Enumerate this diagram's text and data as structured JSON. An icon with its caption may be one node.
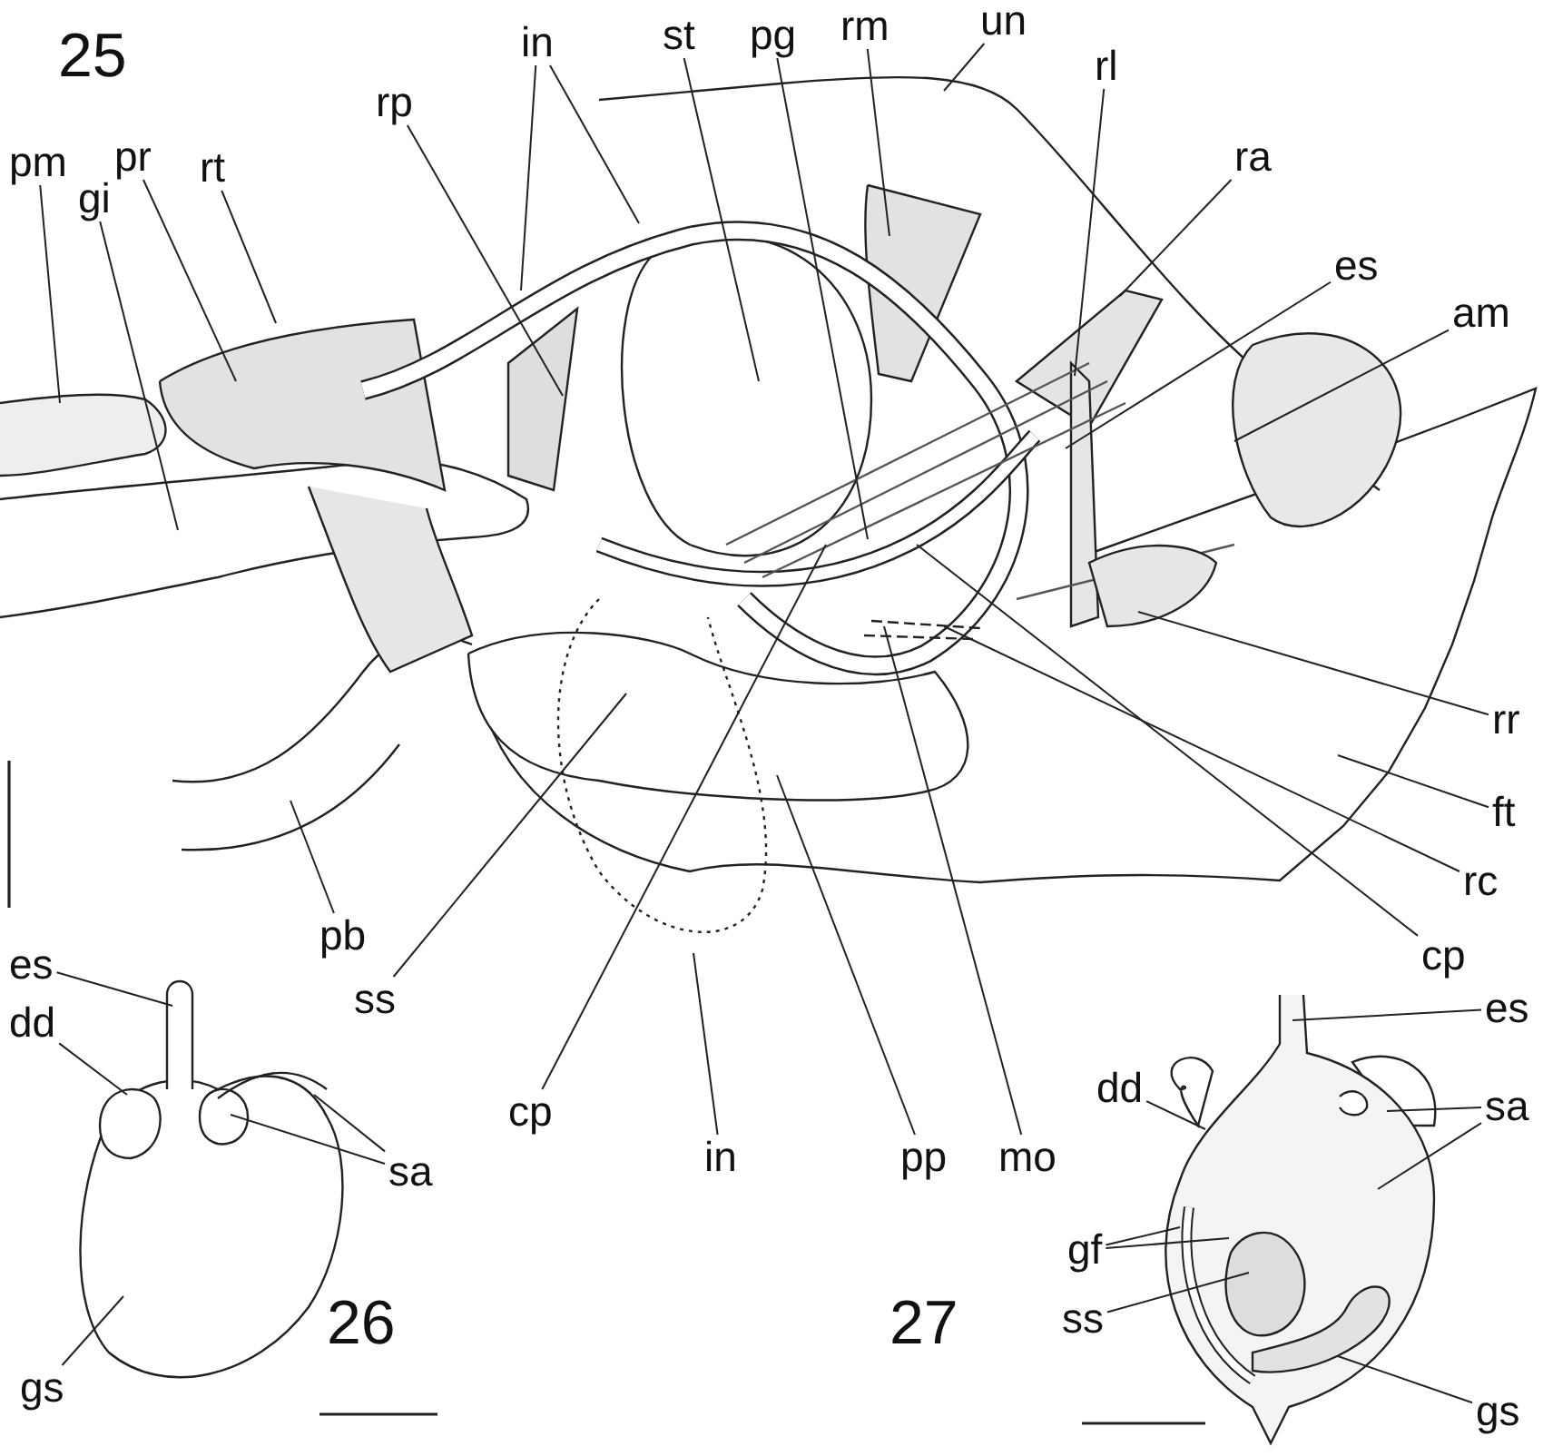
{
  "diagram": {
    "nodes": [
      {
        "text": [
          "in"
        ]
      },
      {
        "text": [
          "st"
        ]
      },
      {
        "text": [
          "pg"
        ]
      },
      {
        "text": [
          "rm"
        ]
      },
      {
        "text": [
          "un"
        ]
      },
      {
        "text": [
          "rl"
        ]
      },
      {
        "text": [
          "ra"
        ]
      },
      {
        "text": [
          "rp"
        ]
      },
      {
        "text": [
          "pm"
        ]
      },
      {
        "text": [
          "pr"
        ]
      },
      {
        "text": [
          "rt"
        ]
      },
      {
        "text": [
          "gi"
        ]
      },
      {
        "text": [
          "es"
        ]
      },
      {
        "text": [
          "am"
        ]
      },
      {
        "text": [
          "rr"
        ]
      },
      {
        "text": [
          "ft"
        ]
      },
      {
        "text": [
          "rc"
        ]
      },
      {
        "text": [
          "pb"
        ]
      },
      {
        "text": [
          "cp"
        ]
      },
      {
        "text": [
          "es"
        ]
      },
      {
        "text": [
          "ss"
        ]
      },
      {
        "text": [
          "es"
        ]
      },
      {
        "text": [
          "dd"
        ]
      },
      {
        "text": [
          "dd"
        ]
      },
      {
        "text": [
          "sa"
        ]
      },
      {
        "text": [
          "cp"
        ]
      },
      {
        "text": [
          "in"
        ]
      },
      {
        "text": [
          "pp"
        ]
      },
      {
        "text": [
          "mo"
        ]
      },
      {
        "text": [
          "sa"
        ]
      },
      {
        "text": [
          "gf"
        ]
      },
      {
        "text": [
          "ss"
        ]
      },
      {
        "text": [
          "gs"
        ]
      },
      {
        "text": [
          "gs"
        ]
      }
    ],
    "edges": [
      {
        "from": 0,
        "to": null,
        "arrow": "none"
      },
      {
        "from": 0,
        "to": null,
        "arrow": "none"
      },
      {
        "from": 1,
        "to": null,
        "arrow": "none"
      },
      {
        "from": 2,
        "to": null,
        "arrow": "none"
      },
      {
        "from": 3,
        "to": null,
        "arrow": "none"
      },
      {
        "from": 4,
        "to": null,
        "arrow": "none"
      },
      {
        "from": 5,
        "to": null,
        "arrow": "none"
      },
      {
        "from": 6,
        "to": null,
        "arrow": "none"
      },
      {
        "from": 7,
        "to": null,
        "arrow": "none"
      },
      {
        "from": 8,
        "to": null,
        "arrow": "none"
      },
      {
        "from": 9,
        "to": null,
        "arrow": "none"
      },
      {
        "from": 10,
        "to": null,
        "arrow": "none"
      },
      {
        "from": 11,
        "to": null,
        "arrow": "none"
      },
      {
        "from": 12,
        "to": null,
        "arrow": "none"
      },
      {
        "from": 13,
        "to": null,
        "arrow": "none"
      },
      {
        "from": 14,
        "to": null,
        "arrow": "none"
      },
      {
        "from": 15,
        "to": null,
        "arrow": "none"
      },
      {
        "from": 16,
        "to": null,
        "arrow": "none"
      },
      {
        "from": 17,
        "to": null,
        "arrow": "none"
      },
      {
        "from": 18,
        "to": null,
        "arrow": "none"
      },
      {
        "from": 19,
        "to": null,
        "arrow": "none"
      },
      {
        "from": 20,
        "to": null,
        "arrow": "none"
      },
      {
        "from": 21,
        "to": null,
        "arrow": "none"
      },
      {
        "from": 22,
        "to": null,
        "arrow": "none"
      },
      {
        "from": 23,
        "to": null,
        "arrow": "none"
      },
      {
        "from": 24,
        "to": null,
        "arrow": "none"
      },
      {
        "from": 24,
        "to": null,
        "arrow": "none"
      },
      {
        "from": 25,
        "to": null,
        "arrow": "none"
      },
      {
        "from": 26,
        "to": null,
        "arrow": "none"
      },
      {
        "from": 27,
        "to": null,
        "arrow": "none"
      },
      {
        "from": 28,
        "to": null,
        "arrow": "none"
      },
      {
        "from": 29,
        "to": null,
        "arrow": "none"
      },
      {
        "from": 29,
        "to": null,
        "arrow": "none"
      },
      {
        "from": 30,
        "to": null,
        "arrow": "none"
      },
      {
        "from": 30,
        "to": null,
        "arrow": "none"
      },
      {
        "from": 31,
        "to": null,
        "arrow": "none"
      },
      {
        "from": 32,
        "to": null,
        "arrow": "none"
      },
      {
        "from": 33,
        "to": null,
        "arrow": "none"
      }
    ],
    "labels": [
      "25",
      "26",
      "27"
    ]
  }
}
